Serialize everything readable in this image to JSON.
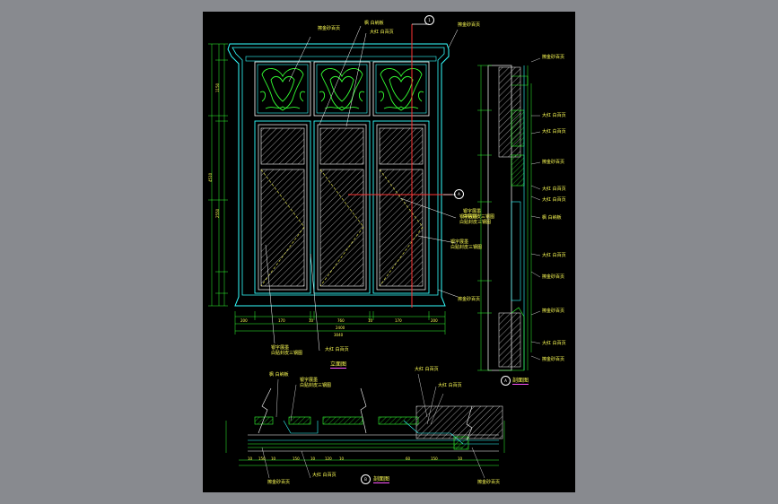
{
  "views": {
    "elevation_title": "立面图",
    "section_a_title": "剖面图",
    "section_b_title": "剖面图",
    "section_a_marker": "A",
    "section_b_marker": "B",
    "section_top_marker": "1"
  },
  "elevation_labels": {
    "top_finish_1": "擦金砂百页",
    "top_wood": "枫 白纳板",
    "top_shelf": "大红 白百页",
    "top_finish_2": "擦金砂百页",
    "glass_1": "银字展墨",
    "glass_1b": "白贴封皮三钢图",
    "glass_2": "银字展墨",
    "glass_2b": "白贴封皮三钢图",
    "bottom_finish": "擦金砂百页",
    "left_glass": "银字展墨",
    "left_glass_b": "白贴封皮三钢图",
    "left_finish": "大红 白百页"
  },
  "elevation_dims": {
    "bottom_row": [
      "200",
      "170",
      "10",
      "760",
      "10",
      "170",
      "200"
    ],
    "overall_inner": "2400",
    "overall": "3040",
    "left_total": "4510",
    "left_upper": "1150",
    "left_lower": "2550"
  },
  "section_a_labels": [
    "擦金砂百页",
    "大红 白百页",
    "大红 白百页",
    "擦金砂百页",
    "大红 白百页",
    "大红 白百页",
    "枫 白纳板",
    "银字展墨",
    "白贴封皮三钢图",
    "大红 白百页",
    "擦金砂百页",
    "擦金砂百页",
    "大红 白百页",
    "擦金砂百页"
  ],
  "section_b_labels": {
    "left_top": "枫 白纳板",
    "glass": "银字展墨",
    "glass_b": "白贴封皮三钢图",
    "shelf_1": "大红 白百页",
    "shelf_2": "大红 白百页",
    "right_finish": "擦金砂百页",
    "left_bottom": "擦金砂百页",
    "mid_bottom": "大红 白百页"
  },
  "section_b_dims": [
    "10",
    "150",
    "10",
    "150",
    "10",
    "120",
    "10",
    "60",
    "150",
    "10"
  ]
}
